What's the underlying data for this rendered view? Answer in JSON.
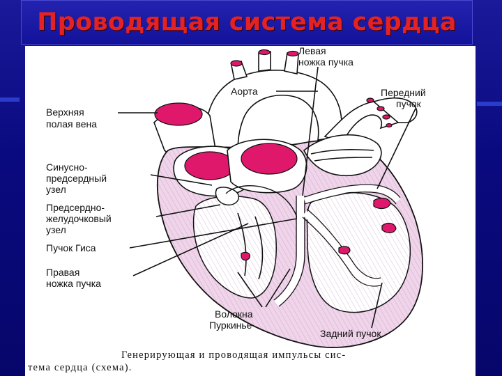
{
  "title": "Проводящая система сердца",
  "labels": {
    "left_bundle_branch": [
      "Левая",
      "ножка пучка"
    ],
    "aorta": "Аорта",
    "anterior_fascicle": [
      "Передний",
      "пучок"
    ],
    "superior_vena_cava": [
      "Верхняя",
      "полая вена"
    ],
    "sa_node": [
      "Синусно-",
      "предсердный",
      "узел"
    ],
    "av_node": [
      "Предсердно-",
      "желудочковый",
      "узел"
    ],
    "his_bundle": "Пучок Гиса",
    "right_bundle_branch": [
      "Правая",
      "ножка пучка"
    ],
    "purkinje_fibers": [
      "Волокна",
      "Пуркинье"
    ],
    "posterior_fascicle": "Задний пучок"
  },
  "caption": [
    "Генерирующая и проводящая импульсы сис-",
    "тема сердца (схема)."
  ],
  "colors": {
    "background": "#0b0b86",
    "title_text": "#e52222",
    "tissue_pink": "#efd4ea",
    "vessel_magenta": "#e0186c"
  }
}
